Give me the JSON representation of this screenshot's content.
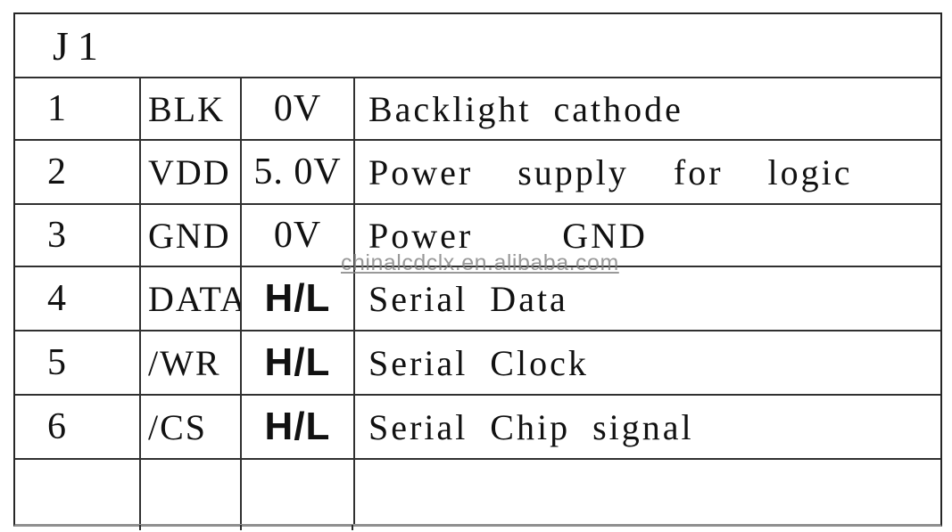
{
  "table": {
    "title": "J1",
    "columns": [
      "pin_number",
      "symbol",
      "level",
      "description"
    ],
    "rows": [
      {
        "pin": "1",
        "symbol": "BLK",
        "level": "0V",
        "description": "Backlight cathode"
      },
      {
        "pin": "2",
        "symbol": "VDD",
        "level": "5. 0V",
        "description": "Power  supply  for  logic"
      },
      {
        "pin": "3",
        "symbol": "GND",
        "level": "0V",
        "description": "Power    GND"
      },
      {
        "pin": "4",
        "symbol": "DATA",
        "level": "H/L",
        "description": "Serial Data"
      },
      {
        "pin": "5",
        "symbol": "/WR",
        "level": "H/L",
        "description": "Serial Clock"
      },
      {
        "pin": "6",
        "symbol": "/CS",
        "level": "H/L",
        "description": "Serial Chip signal"
      },
      {
        "pin": "",
        "symbol": "",
        "level": "",
        "description": ""
      }
    ]
  },
  "watermark": {
    "text": "chinalcdclx.en.alibaba.com",
    "color": "#828282"
  },
  "colors": {
    "line": "#303030",
    "outer_border": "#262626",
    "bottom_border": "#8f8f8f",
    "text": "#111111",
    "background": "#ffffff"
  }
}
